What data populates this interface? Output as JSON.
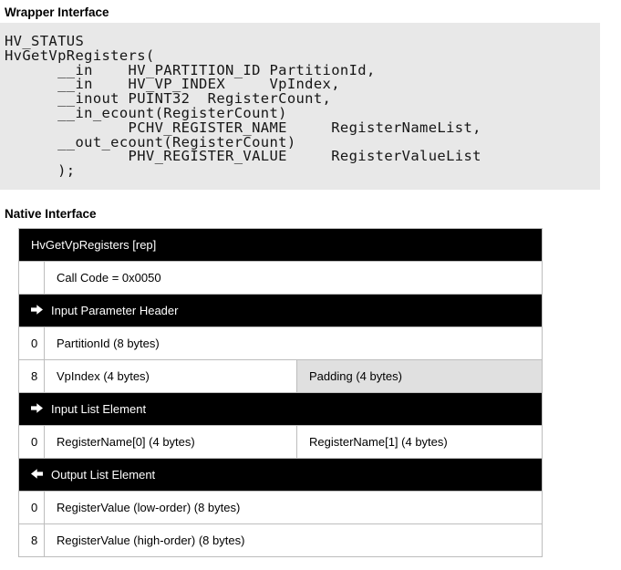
{
  "page": {
    "wrapper_heading": "Wrapper Interface",
    "native_heading": "Native Interface"
  },
  "colors": {
    "code_bg": "#e8e8e8",
    "padding_cell_bg": "#e0e0e0",
    "header_row_bg": "#000000",
    "header_row_text": "#ffffff",
    "table_border": "#bdbdbd"
  },
  "code": {
    "lines": [
      "HV_STATUS",
      "HvGetVpRegisters(",
      "      __in    HV_PARTITION_ID PartitionId,",
      "      __in    HV_VP_INDEX     VpIndex,",
      "      __inout PUINT32  RegisterCount,",
      "      __in_ecount(RegisterCount)",
      "              PCHV_REGISTER_NAME     RegisterNameList,",
      "      __out_ecount(RegisterCount)",
      "              PHV_REGISTER_VALUE     RegisterValueList",
      "      );"
    ]
  },
  "icons": {
    "input_section_arrow": "arrow-right-icon",
    "output_section_arrow": "arrow-left-icon"
  },
  "table": {
    "title": "HvGetVpRegisters [rep]",
    "call_code": "Call Code = 0x0050",
    "input_param_header": "Input Parameter Header",
    "input_list_header": "Input List Element",
    "output_list_header": "Output List Element",
    "rows": {
      "partition_id": {
        "offset": "0",
        "label": "PartitionId (8 bytes)"
      },
      "vp_index": {
        "offset": "8",
        "label": "VpIndex (4 bytes)",
        "padding": "Padding (4 bytes)"
      },
      "register_name": {
        "offset": "0",
        "name0": "RegisterName[0] (4 bytes)",
        "name1": "RegisterName[1] (4 bytes)"
      },
      "register_value_low": {
        "offset": "0",
        "label": "RegisterValue (low-order) (8 bytes)"
      },
      "register_value_high": {
        "offset": "8",
        "label": "RegisterValue (high-order) (8 bytes)"
      }
    }
  }
}
